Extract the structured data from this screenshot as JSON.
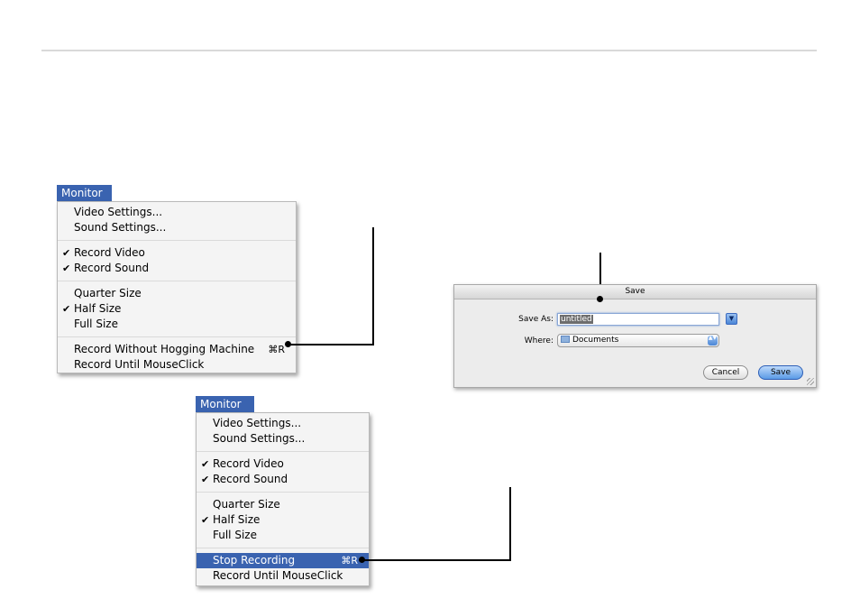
{
  "menu1": {
    "title": "Monitor",
    "items": [
      {
        "label": "Video Settings...",
        "check": "",
        "shortcut": ""
      },
      {
        "label": "Sound Settings...",
        "check": "",
        "shortcut": ""
      },
      {
        "label": "Record Video",
        "check": "✔",
        "shortcut": ""
      },
      {
        "label": "Record Sound",
        "check": "✔",
        "shortcut": ""
      },
      {
        "label": "Quarter Size",
        "check": "",
        "shortcut": ""
      },
      {
        "label": "Half Size",
        "check": "✔",
        "shortcut": ""
      },
      {
        "label": "Full Size",
        "check": "",
        "shortcut": ""
      },
      {
        "label": "Record Without Hogging Machine",
        "check": "",
        "shortcut": "⌘R"
      },
      {
        "label": "Record Until MouseClick",
        "check": "",
        "shortcut": ""
      }
    ]
  },
  "menu2": {
    "title": "Monitor",
    "items": [
      {
        "label": "Video Settings...",
        "check": "",
        "shortcut": ""
      },
      {
        "label": "Sound Settings...",
        "check": "",
        "shortcut": ""
      },
      {
        "label": "Record Video",
        "check": "✔",
        "shortcut": ""
      },
      {
        "label": "Record Sound",
        "check": "✔",
        "shortcut": ""
      },
      {
        "label": "Quarter Size",
        "check": "",
        "shortcut": ""
      },
      {
        "label": "Half Size",
        "check": "✔",
        "shortcut": ""
      },
      {
        "label": "Full Size",
        "check": "",
        "shortcut": ""
      },
      {
        "label": "Stop Recording",
        "check": "",
        "shortcut": "⌘R"
      },
      {
        "label": "Record Until MouseClick",
        "check": "",
        "shortcut": ""
      }
    ]
  },
  "save_dialog": {
    "title": "Save",
    "save_as_label": "Save As:",
    "save_as_value": "untitled",
    "where_label": "Where:",
    "where_value": "Documents",
    "cancel_label": "Cancel",
    "save_label": "Save",
    "disclosure_icon": "▼",
    "popup_arrows": "▲▼"
  },
  "colors": {
    "menu_highlight": "#3a63b0",
    "default_button": "#5a9be6"
  }
}
